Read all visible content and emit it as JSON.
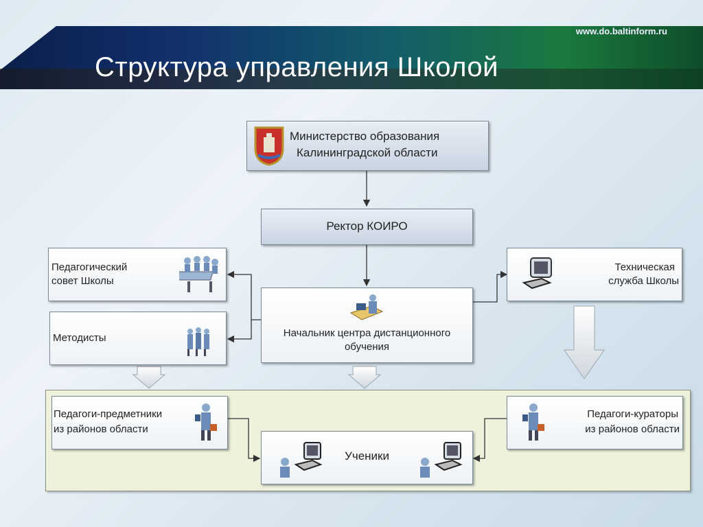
{
  "header": {
    "url": "www.do.baltinform.ru",
    "title": "Структура управления Школой"
  },
  "nodes": {
    "ministry": {
      "line1": "Министерство образования",
      "line2": "Калининградской области"
    },
    "rector": "Ректор КОИРО",
    "ped_council": {
      "line1": "Педагогический",
      "line2": "совет Школы"
    },
    "methodists": "Методисты",
    "head_center": {
      "line1": "Начальник центра дистанционного",
      "line2": "обучения"
    },
    "tech_service": {
      "line1": "Техническая",
      "line2": "служба Школы"
    },
    "subject_teachers": {
      "line1": "Педагоги-предметники",
      "line2": "из районов области"
    },
    "curators": {
      "line1": "Педагоги-кураторы",
      "line2": "из районов области"
    },
    "students": "Ученики"
  },
  "icons": [
    "coat-of-arms-icon",
    "meeting-icon",
    "methodists-group-icon",
    "teacher-at-desk-icon",
    "computer-icon",
    "person-icon",
    "computer-icon"
  ]
}
